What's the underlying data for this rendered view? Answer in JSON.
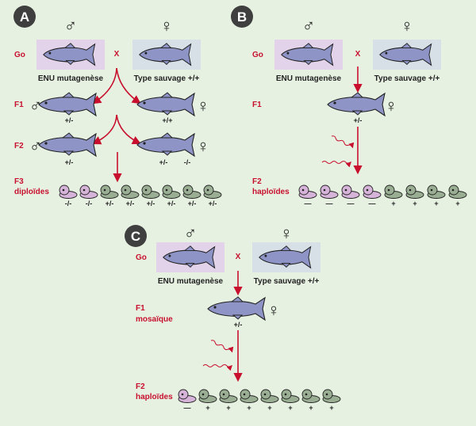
{
  "panels": {
    "A": {
      "letter": "A",
      "gen_g0": "Go",
      "cross": "X",
      "male_caption": "ENU mutagenèse",
      "female_caption": "Type sauvage +/+",
      "gen_f1": "F1",
      "f1_male_geno": "+/-",
      "f1_female_geno": "+/+",
      "gen_f2": "F2",
      "f2_male_geno": "+/-",
      "f2_female_geno1": "+/-",
      "f2_female_geno2": "-/-",
      "gen_f3": "F3",
      "f3_sub": "diploïdes",
      "embryos": [
        "-/-",
        "-/-",
        "+/-",
        "+/-",
        "+/-",
        "+/-",
        "+/-",
        "+/-"
      ]
    },
    "B": {
      "letter": "B",
      "gen_g0": "Go",
      "cross": "X",
      "male_caption": "ENU mutagenèse",
      "female_caption": "Type sauvage +/+",
      "gen_f1": "F1",
      "f1_geno": "+/-",
      "gen_f2": "F2",
      "f2_sub": "haploïdes",
      "embryos": [
        "—",
        "—",
        "—",
        "—",
        "+",
        "+",
        "+",
        "+"
      ]
    },
    "C": {
      "letter": "C",
      "gen_g0": "Go",
      "cross": "X",
      "male_caption": "ENU mutagenèse",
      "female_caption": "Type sauvage +/+",
      "gen_f1": "F1",
      "f1_sub": "mosaïque",
      "f1_geno": "+/-",
      "gen_f2": "F2",
      "f2_sub": "haploïdes",
      "embryos": [
        "—",
        "+",
        "+",
        "+",
        "+",
        "+",
        "+",
        "+"
      ]
    }
  },
  "symbols": {
    "male": "♂",
    "female": "♀"
  },
  "colors": {
    "background": "#e6f1e1",
    "arrow": "#c8102e",
    "fish": "#8e95c6",
    "male_box": "#e3d3ea",
    "female_box": "#d6e0e6",
    "embryo_mutant": "#d6b3d9",
    "embryo_wild": "#9aae93",
    "panel_badge": "#3f3f3f"
  }
}
